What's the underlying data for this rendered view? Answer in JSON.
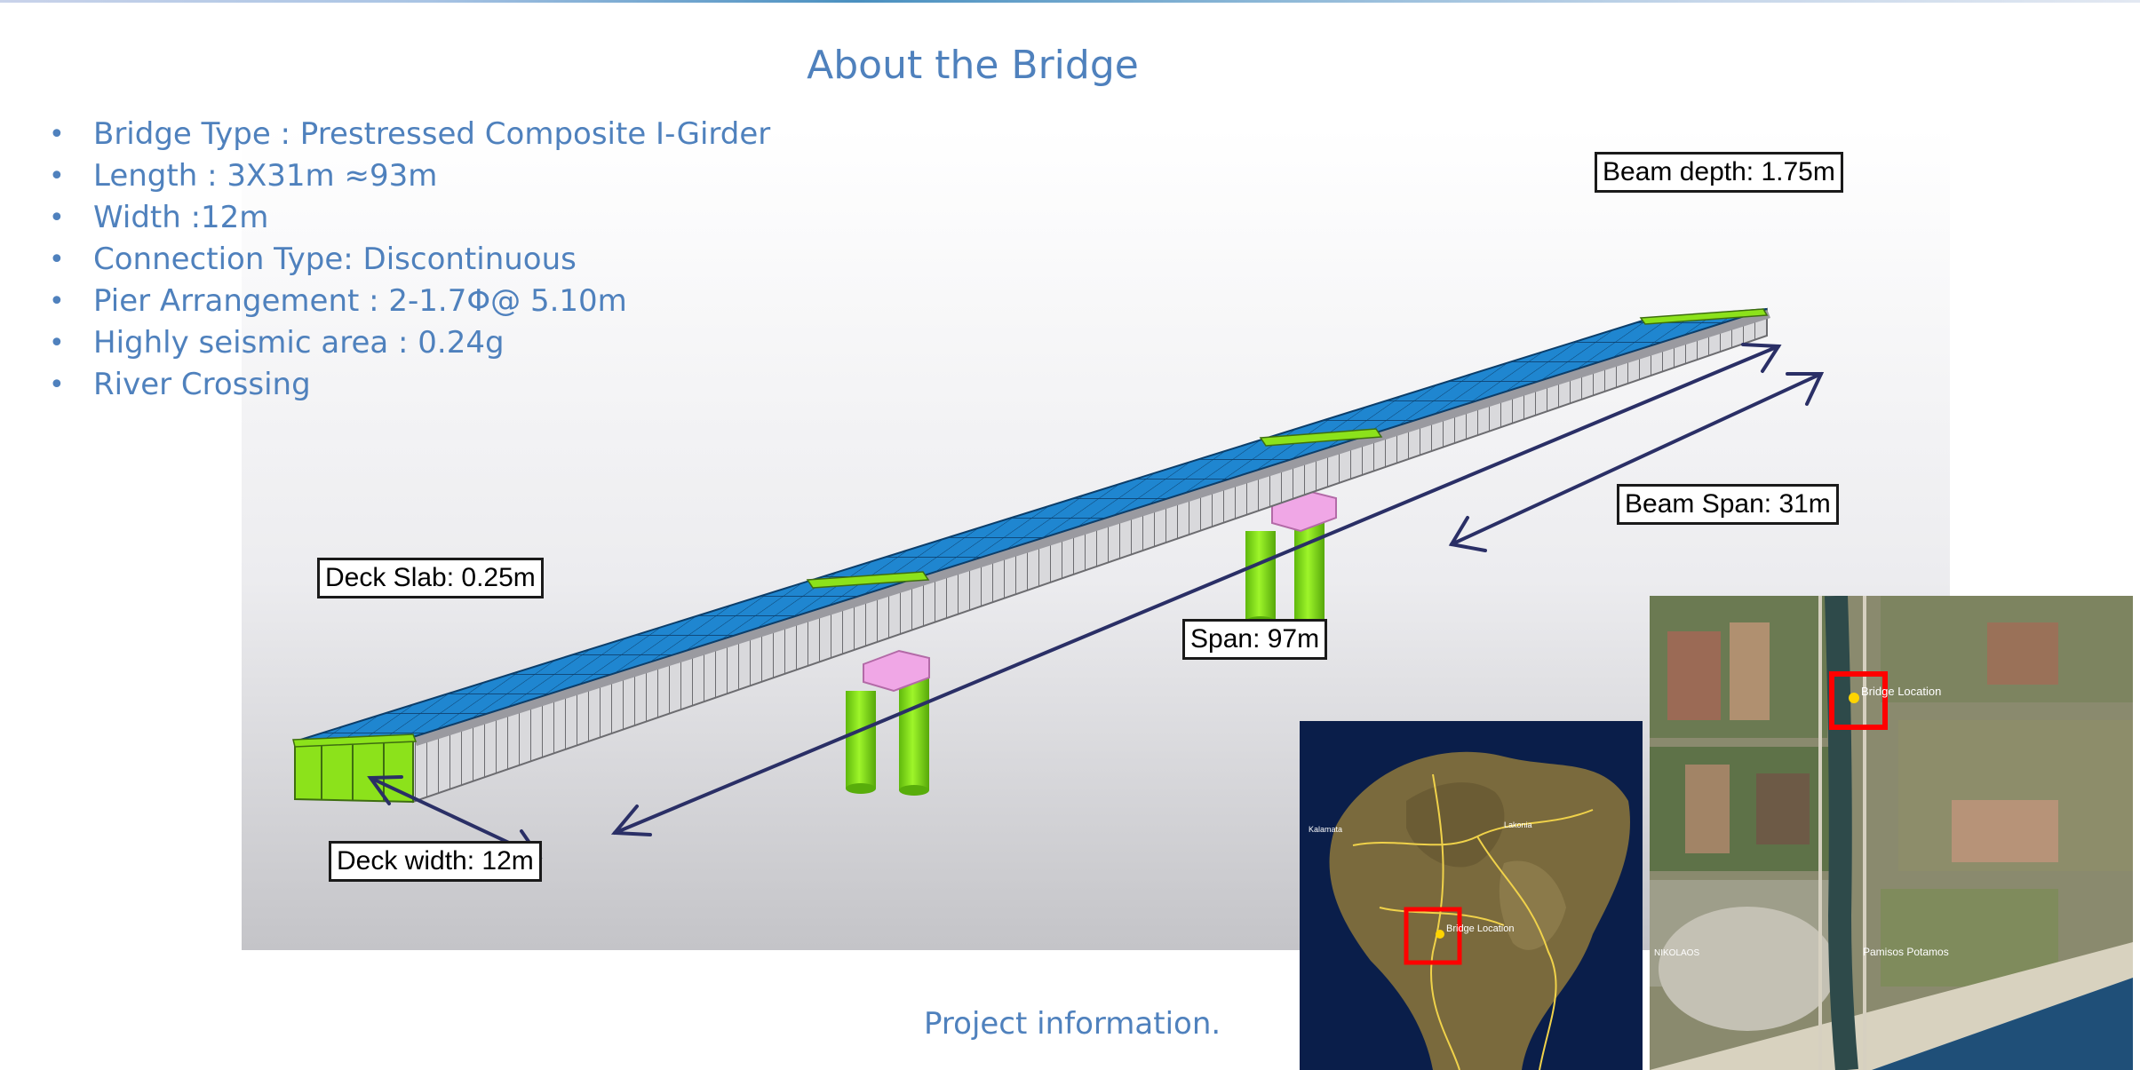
{
  "slide": {
    "title": "About the Bridge",
    "footer": "Project information."
  },
  "bullets": [
    "Bridge Type : Prestressed Composite I-Girder",
    "Length : 3X31m ≈93m",
    "Width :12m",
    "Connection Type: Discontinuous",
    "Pier Arrangement : 2-1.7Φ@ 5.10m",
    "Highly seismic area : 0.24g",
    "River Crossing"
  ],
  "labels": {
    "beam_depth": "Beam depth: 1.75m",
    "beam_span": "Beam Span: 31m",
    "deck_slab": "Deck Slab: 0.25m",
    "span": "Span: 97m",
    "deck_width": "Deck width: 12m"
  },
  "maps": {
    "region_marker": "Bridge Location",
    "local_marker": "Bridge Location",
    "river_name": "Pamisos Potamos",
    "place_1": "Kalamata",
    "place_2": "Lakonia",
    "place_3": "NIKOLAOS"
  },
  "colors": {
    "text_blue": "#4f81bd",
    "deck_blue": "#1f86d0",
    "girder_green": "#8ce21b",
    "bearing_pink": "#f0a7e6",
    "arrow_navy": "#2a2f66",
    "marker_red": "#ff0000"
  }
}
